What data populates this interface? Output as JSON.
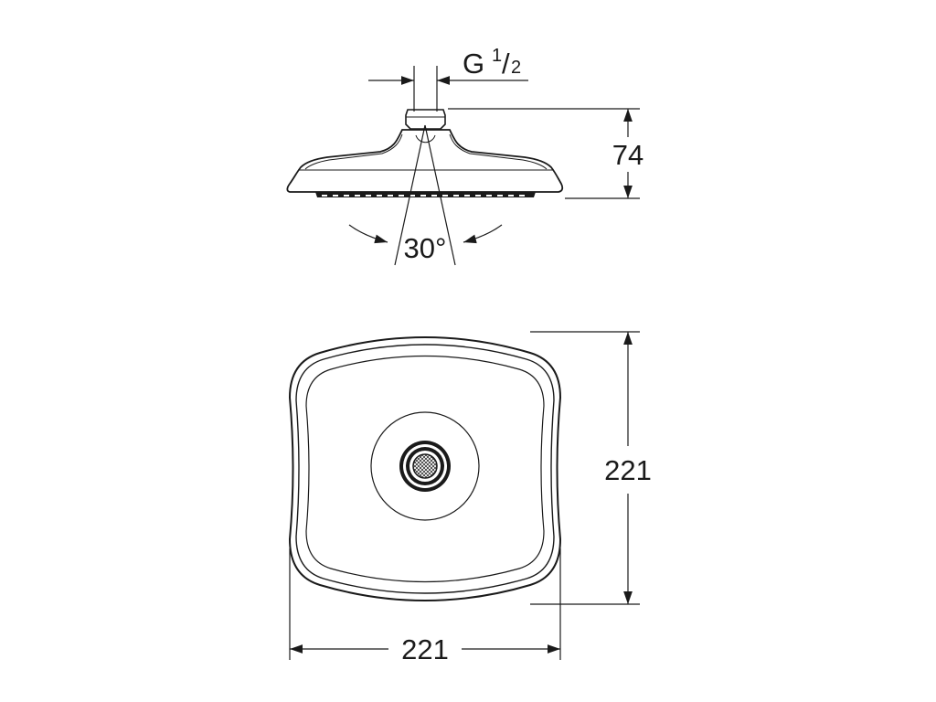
{
  "side_view": {
    "thread_label": {
      "prefix": "G ",
      "numerator": "1",
      "slash": "/",
      "denominator": "2"
    },
    "height_label": "74",
    "angle_label": "30°"
  },
  "top_view": {
    "height_label": "221",
    "width_label": "221"
  }
}
